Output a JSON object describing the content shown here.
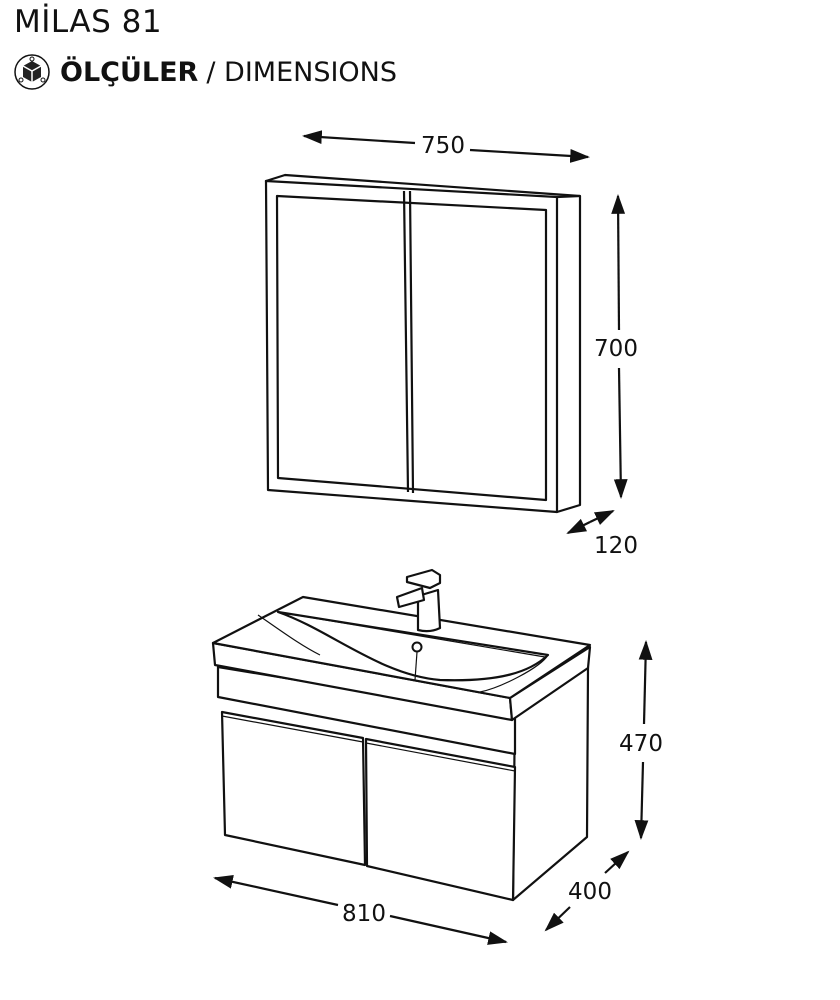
{
  "header": {
    "title": "MİLAS 81",
    "subtitle_bold": "ÖLÇÜLER",
    "subtitle_rest": "/ DIMENSIONS",
    "icon": "dimensions-cube-icon"
  },
  "dimensions": {
    "mirror_width": "750",
    "mirror_height": "700",
    "mirror_depth": "120",
    "vanity_height": "470",
    "vanity_depth": "400",
    "vanity_width": "810"
  }
}
